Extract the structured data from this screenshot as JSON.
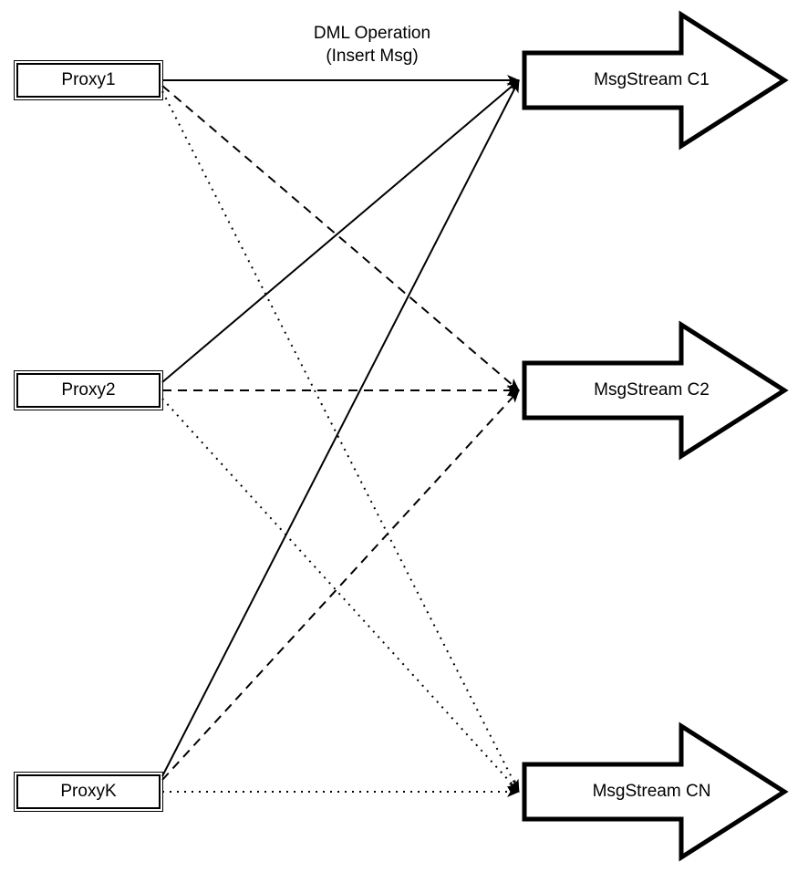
{
  "diagram": {
    "title_label": {
      "line1": "DML Operation",
      "line2": "(Insert Msg)"
    },
    "proxies": [
      {
        "id": "proxy1",
        "label": "Proxy1"
      },
      {
        "id": "proxy2",
        "label": "Proxy2"
      },
      {
        "id": "proxyk",
        "label": "ProxyK"
      }
    ],
    "streams": [
      {
        "id": "c1",
        "label": "MsgStream C1",
        "shape": "block-arrow-right"
      },
      {
        "id": "c2",
        "label": "MsgStream C2",
        "shape": "block-arrow-right"
      },
      {
        "id": "cn",
        "label": "MsgStream CN",
        "shape": "block-arrow-right"
      }
    ],
    "edges": [
      {
        "from": "Proxy1",
        "to": "MsgStream C1",
        "style": "solid"
      },
      {
        "from": "Proxy1",
        "to": "MsgStream C2",
        "style": "dashed"
      },
      {
        "from": "Proxy1",
        "to": "MsgStream CN",
        "style": "dotted"
      },
      {
        "from": "Proxy2",
        "to": "MsgStream C1",
        "style": "solid"
      },
      {
        "from": "Proxy2",
        "to": "MsgStream C2",
        "style": "dashed"
      },
      {
        "from": "Proxy2",
        "to": "MsgStream CN",
        "style": "dotted"
      },
      {
        "from": "ProxyK",
        "to": "MsgStream C1",
        "style": "solid"
      },
      {
        "from": "ProxyK",
        "to": "MsgStream C2",
        "style": "dashed"
      },
      {
        "from": "ProxyK",
        "to": "MsgStream CN",
        "style": "dotted"
      }
    ],
    "colors": {
      "stroke": "#000000",
      "fill": "#ffffff"
    }
  }
}
